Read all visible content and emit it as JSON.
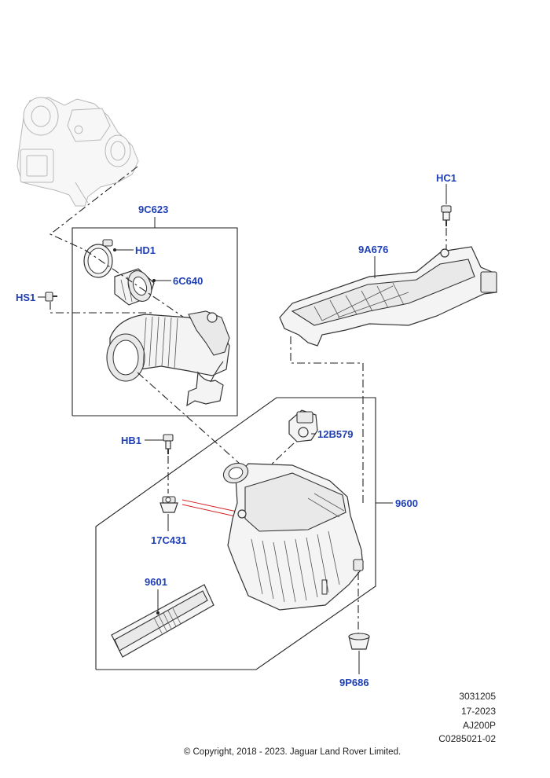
{
  "colors": {
    "callout": "#1f3fb5",
    "line": "#222222",
    "highlight": "#d42020"
  },
  "callouts": {
    "c9C623": "9C623",
    "cHD1": "HD1",
    "c6C640": "6C640",
    "cHS1": "HS1",
    "cHC1": "HC1",
    "c9A676": "9A676",
    "cHB1": "HB1",
    "c12B579": "12B579",
    "c9600": "9600",
    "c17C431": "17C431",
    "c9601": "9601",
    "c9P686": "9P686"
  },
  "meta": {
    "ref1": "3031205",
    "ref2": "17-2023",
    "ref3": "AJ200P",
    "ref4": "C0285021-02",
    "copyright": "© Copyright, 2018 - 2023. Jaguar Land Rover Limited."
  }
}
